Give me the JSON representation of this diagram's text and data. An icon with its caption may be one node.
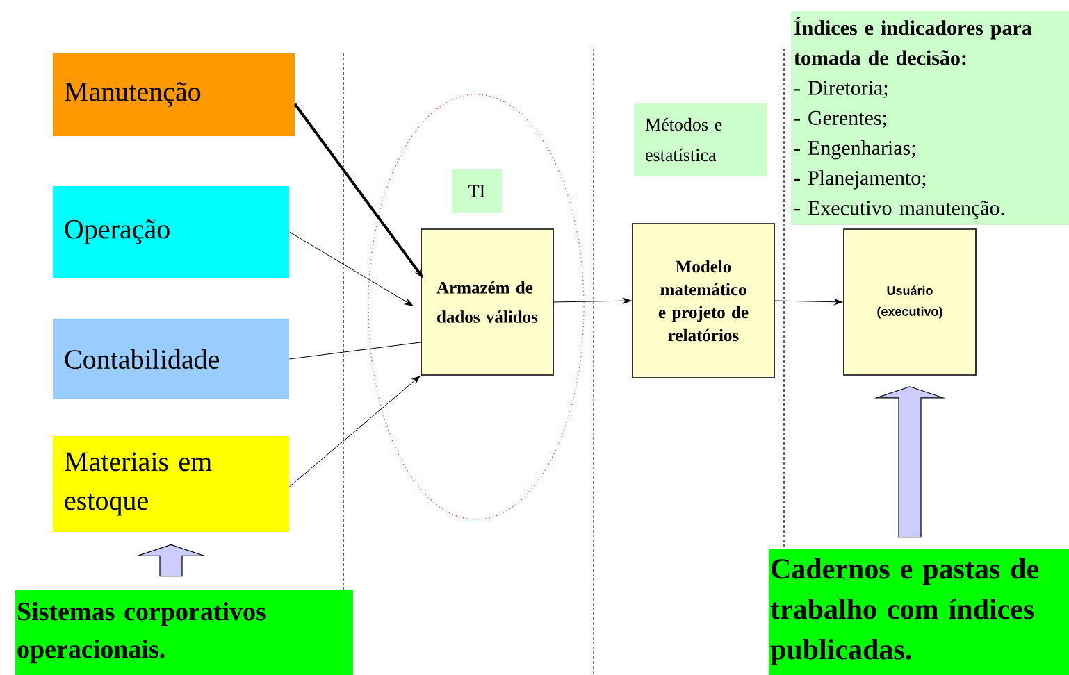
{
  "diagram": {
    "nodes": [
      {
        "text": [
          "Manutenção"
        ]
      },
      {
        "text": [
          "Operação"
        ]
      },
      {
        "text": [
          "Contabilidade"
        ]
      },
      {
        "text": [
          "Materiais em estoque"
        ]
      },
      {
        "text": [
          "Sistemas corporativos operacionais."
        ]
      },
      {
        "text": [],
        "shape": "ellipse"
      },
      {
        "text": [
          "TI"
        ],
        "in": 5
      },
      {
        "text": [
          "Armazém de dados válidos"
        ],
        "in": 5
      },
      {
        "text": [
          "Métodos e estatística"
        ]
      },
      {
        "text": [
          "Modelo matemático e projeto de relatórios"
        ]
      },
      {
        "text": [
          "Índices e indicadores para tomada de decisão:",
          "- Diretoria;",
          "- Gerentes;",
          "- Engenharias;",
          "- Planejamento;",
          "- Executivo manutenção."
        ]
      },
      {
        "text": [
          "Usuário (executivo)"
        ]
      },
      {
        "text": [
          "Cadernos e pastas de trabalho com índices publicadas."
        ]
      }
    ],
    "edges": [
      {
        "from": 0,
        "to": 7,
        "arrow": "to",
        "style": "thick"
      },
      {
        "from": 1,
        "to": 7,
        "arrow": "to"
      },
      {
        "from": 2,
        "to": 7,
        "arrow": "none"
      },
      {
        "from": 3,
        "to": 7,
        "arrow": "to"
      },
      {
        "from": 7,
        "to": 9,
        "arrow": "to"
      },
      {
        "from": 9,
        "to": 11,
        "arrow": "to"
      },
      {
        "from": 4,
        "to": 3,
        "arrow": "to"
      },
      {
        "from": 12,
        "to": 11,
        "arrow": "to"
      }
    ]
  }
}
